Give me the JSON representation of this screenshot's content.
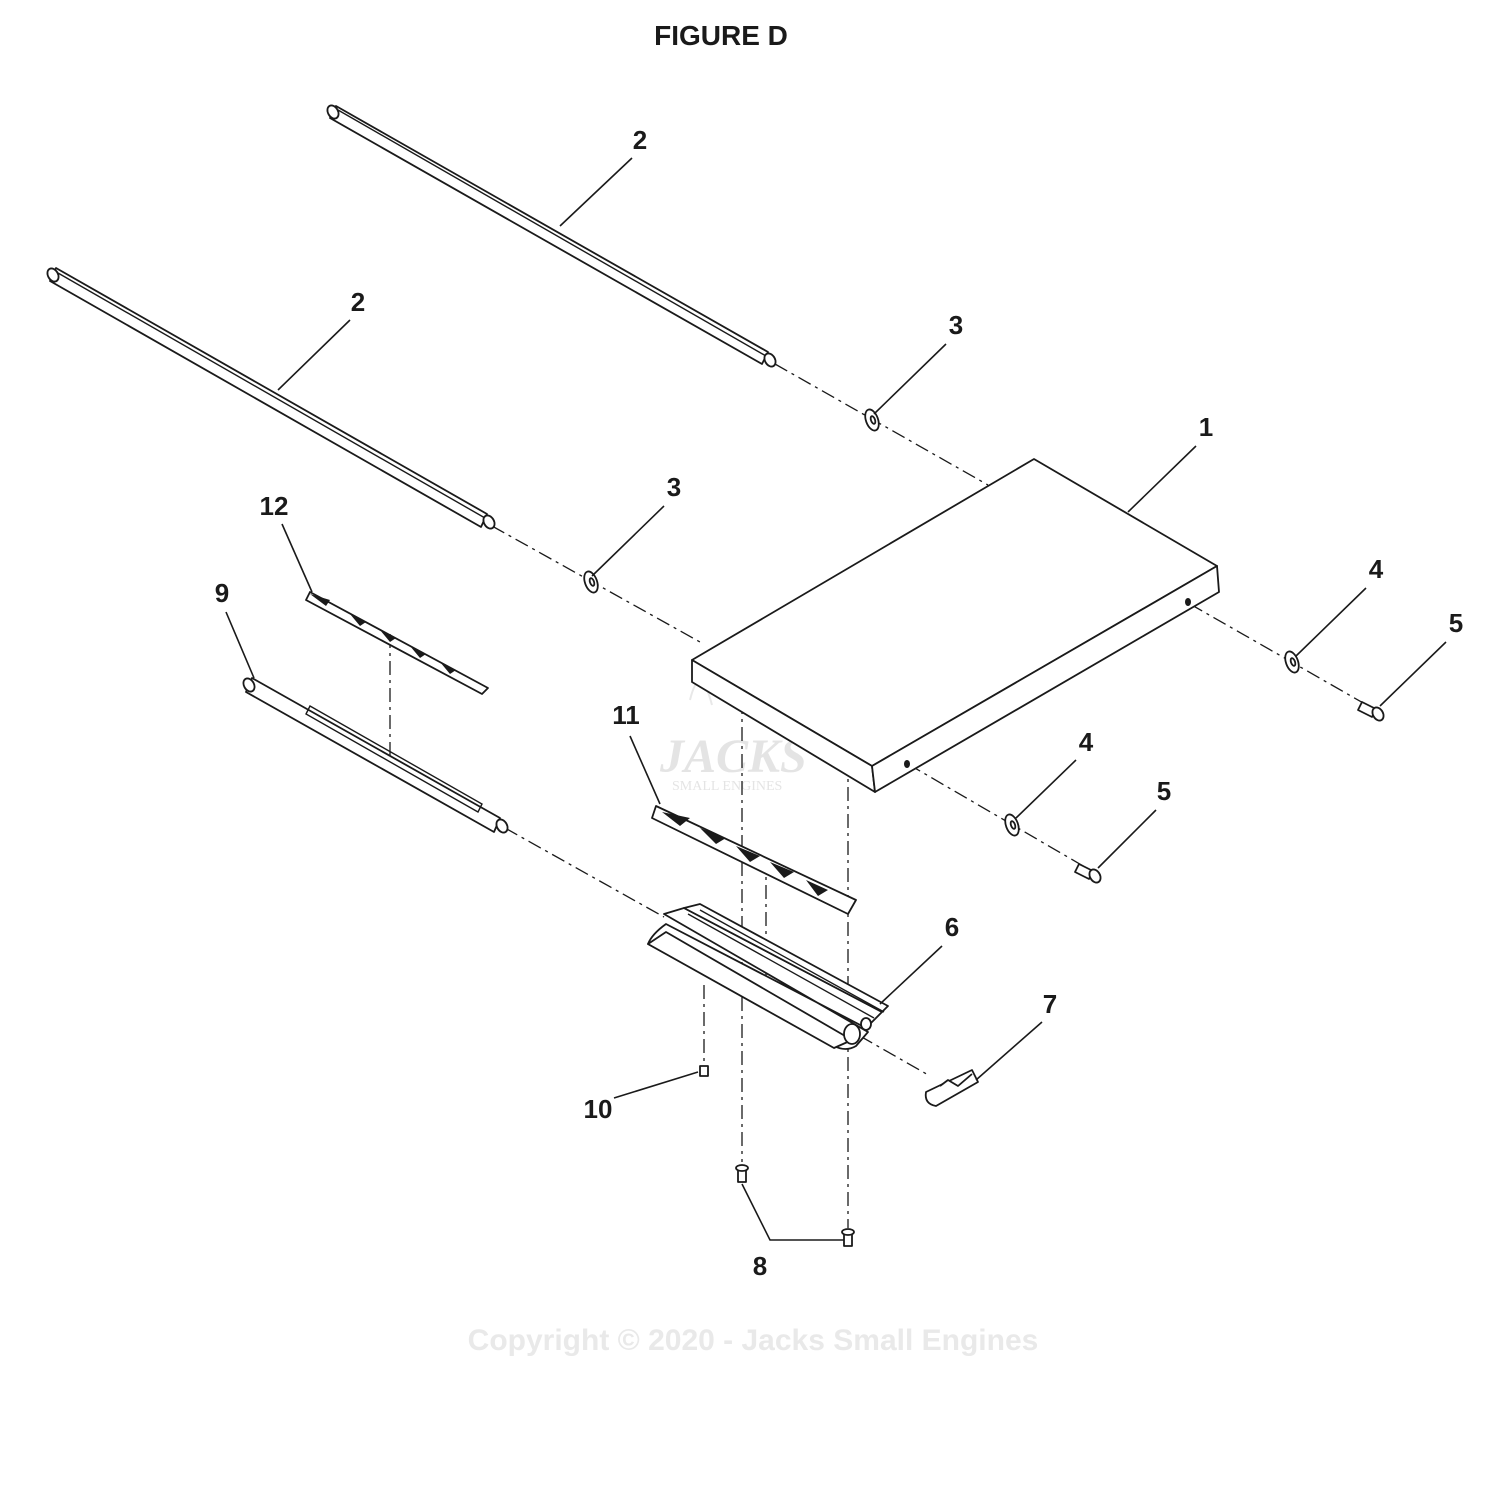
{
  "figure": {
    "title": "FIGURE D"
  },
  "watermark": {
    "logo": "JACKS",
    "sub": "SMALL ENGINES",
    "reg": "®"
  },
  "copyright": "Copyright © 2020 - Jacks Small Engines",
  "callouts": [
    {
      "id": "c1",
      "text": "1"
    },
    {
      "id": "c2a",
      "text": "2"
    },
    {
      "id": "c2b",
      "text": "2"
    },
    {
      "id": "c3a",
      "text": "3"
    },
    {
      "id": "c3b",
      "text": "3"
    },
    {
      "id": "c4a",
      "text": "4"
    },
    {
      "id": "c4b",
      "text": "4"
    },
    {
      "id": "c5a",
      "text": "5"
    },
    {
      "id": "c5b",
      "text": "5"
    },
    {
      "id": "c6",
      "text": "6"
    },
    {
      "id": "c7",
      "text": "7"
    },
    {
      "id": "c8",
      "text": "8"
    },
    {
      "id": "c9",
      "text": "9"
    },
    {
      "id": "c10",
      "text": "10"
    },
    {
      "id": "c11",
      "text": "11"
    },
    {
      "id": "c12",
      "text": "12"
    }
  ]
}
